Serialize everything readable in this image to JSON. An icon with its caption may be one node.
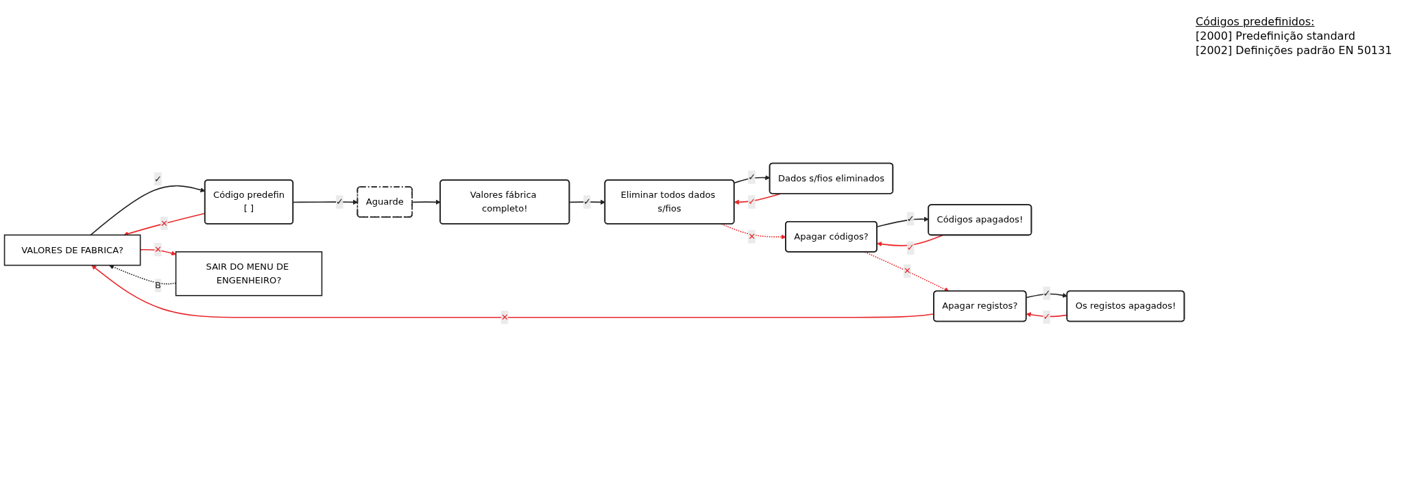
{
  "diagram": {
    "nodes": [
      {
        "text": [
          "VALORES DE FABRICA?"
        ]
      },
      {
        "text": [
          "Código predefin",
          "[ ]"
        ]
      },
      {
        "text": [
          "Aguarde"
        ]
      },
      {
        "text": [
          "Valores fábrica completo!"
        ]
      },
      {
        "text": [
          "Eliminar todos dados s/fios"
        ]
      },
      {
        "text": [
          "Dados s/fios eliminados"
        ]
      },
      {
        "text": [
          "Apagar códigos?"
        ]
      },
      {
        "text": [
          "Códigos apagados!"
        ]
      },
      {
        "text": [
          "Apagar registos?"
        ]
      },
      {
        "text": [
          "Os registos apagados!"
        ]
      },
      {
        "text": [
          "SAIR DO MENU DE ENGENHEIRO?"
        ]
      }
    ],
    "edges": [
      {
        "from": 0,
        "to": 1,
        "arrow": "to",
        "label": "✓"
      },
      {
        "from": 1,
        "to": 2,
        "arrow": "to",
        "label": "✓"
      },
      {
        "from": 2,
        "to": 3,
        "arrow": "to"
      },
      {
        "from": 3,
        "to": 4,
        "arrow": "to",
        "label": "✓"
      },
      {
        "from": 4,
        "to": 5,
        "arrow": "to",
        "label": "✓"
      },
      {
        "from": 5,
        "to": 4,
        "arrow": "to",
        "label": "✓",
        "color": "#e8262a"
      },
      {
        "from": 4,
        "to": 6,
        "arrow": "to",
        "label": "✕",
        "style": "dashed",
        "color": "#e8262a"
      },
      {
        "from": 6,
        "to": 7,
        "arrow": "to",
        "label": "✓"
      },
      {
        "from": 7,
        "to": 6,
        "arrow": "to",
        "label": "✓",
        "color": "#e8262a"
      },
      {
        "from": 6,
        "to": 8,
        "arrow": "to",
        "label": "✕",
        "style": "dashed",
        "color": "#e8262a"
      },
      {
        "from": 8,
        "to": 9,
        "arrow": "to",
        "label": "✓"
      },
      {
        "from": 9,
        "to": 8,
        "arrow": "to",
        "label": "✓",
        "color": "#e8262a"
      },
      {
        "from": 8,
        "to": 0,
        "arrow": "to",
        "label": "✕",
        "color": "#e8262a"
      },
      {
        "from": 1,
        "to": 0,
        "arrow": "to",
        "label": "✕",
        "color": "#e8262a"
      },
      {
        "from": 0,
        "to": 10,
        "arrow": "to",
        "label": "✕",
        "color": "#e8262a"
      },
      {
        "from": 10,
        "to": 0,
        "arrow": "to",
        "label": "B",
        "style": "dashed"
      }
    ],
    "labels": [
      "Códigos predefinidos:",
      "[2000] Predefinição standard",
      "[2002] Definições padrão EN 50131"
    ]
  }
}
